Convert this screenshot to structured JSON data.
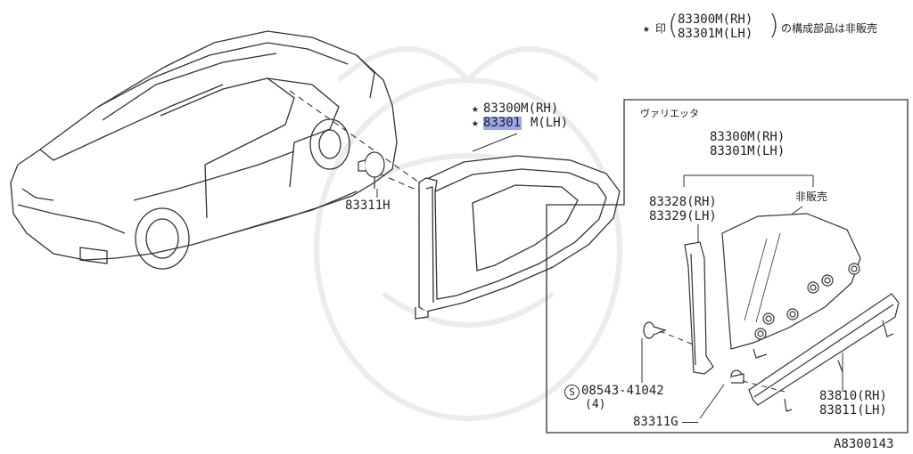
{
  "note": {
    "star": "★",
    "mark": "印",
    "line1": "83300M(RH)",
    "line2": "83301M(LH)",
    "suffix": "の構成部品は非販売"
  },
  "parts": {
    "main_rh": "83300M(RH)",
    "main_lh_hl": "83301",
    "main_lh_rest": "M(LH)",
    "star": "★",
    "clip_h": "83311H"
  },
  "detail": {
    "title": "ヴァリエッタ",
    "assy_rh": "83300M(RH)",
    "assy_lh": "83301M(LH)",
    "not_sold": "非販売",
    "seal_rh": "83328(RH)",
    "seal_lh": "83329(LH)",
    "screw_s": "S",
    "screw_no": "08543-41042",
    "screw_qty": "(4)",
    "clip_g": "83311G",
    "mold_rh": "83810(RH)",
    "mold_lh": "83811(LH)"
  },
  "footer": {
    "code": "A8300143"
  }
}
